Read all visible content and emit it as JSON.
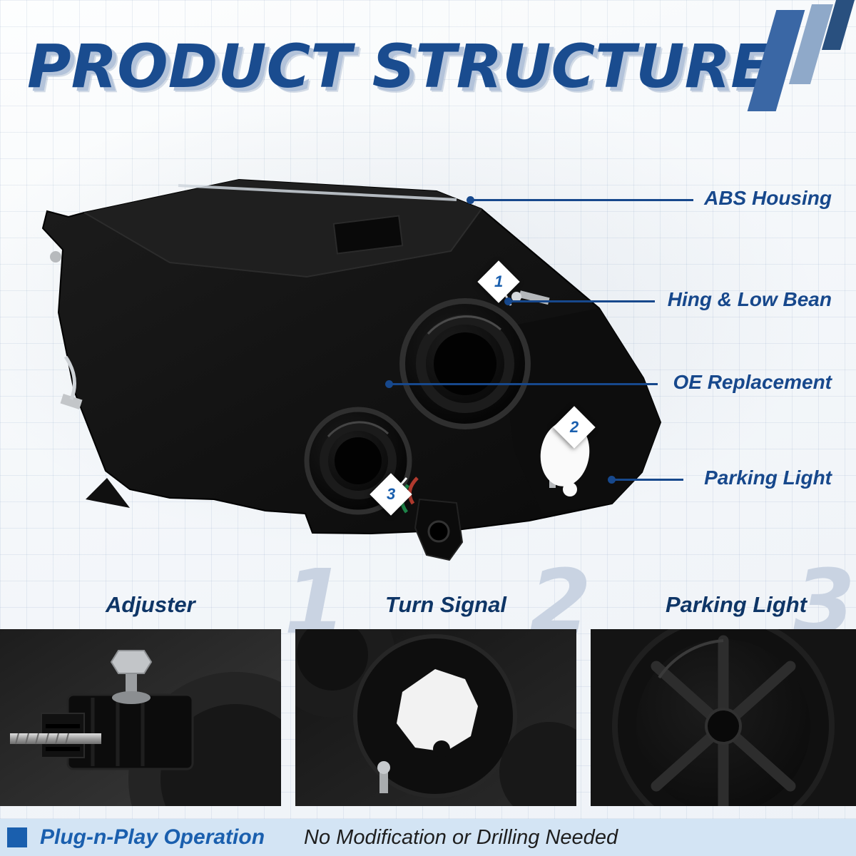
{
  "header": {
    "title": "PRODUCT STRUCTURE"
  },
  "callouts": [
    {
      "label": "ABS Housing"
    },
    {
      "label": "Hing & Low Bean"
    },
    {
      "label": "OE Replacement"
    },
    {
      "label": "Parking Light"
    }
  ],
  "markers": [
    {
      "number": "1"
    },
    {
      "number": "2"
    },
    {
      "number": "3"
    }
  ],
  "features": [
    {
      "number": "1",
      "label": "Adjuster"
    },
    {
      "number": "2",
      "label": "Turn Signal"
    },
    {
      "number": "3",
      "label": "Parking Light"
    }
  ],
  "footer": {
    "highlight": "Plug-n-Play Operation",
    "description": "No Modification or Drilling Needed"
  },
  "colors": {
    "title_blue": "#1a4c8f",
    "callout_blue": "#17488c",
    "accent_blue": "#1a5fae",
    "footer_bg": "#d3e4f4",
    "ghost_number": "#c9d3e2"
  }
}
